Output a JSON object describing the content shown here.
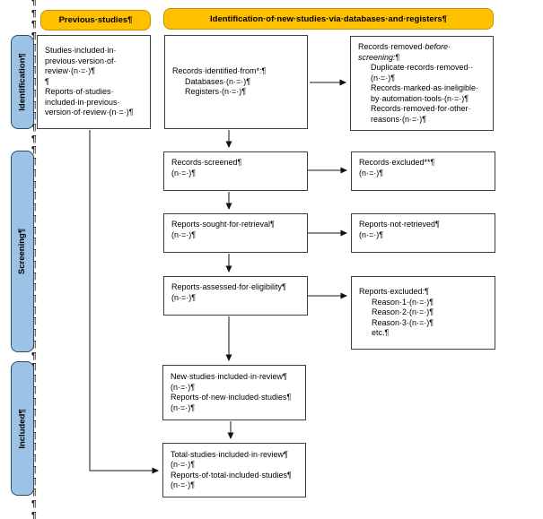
{
  "page": {
    "background": "#ffffff"
  },
  "colors": {
    "header_fill": "#FFC000",
    "header_border": "#C98F00",
    "stage_label_fill": "#9CC3E5",
    "stage_label_border": "#2E4A66",
    "box_border": "#3F3F3F",
    "arrow": "#474747",
    "text": "#000000"
  },
  "headers": {
    "previous": "Previous·studies¶",
    "main": "Identification·of·new·studies·via·databases·and·registers¶"
  },
  "side_labels": [
    {
      "id": "identification",
      "text": "Identification¶"
    },
    {
      "id": "screening",
      "text": "Screening¶"
    },
    {
      "id": "included",
      "text": "Included¶"
    }
  ],
  "margin": {
    "glyph": "¶",
    "count": 46
  },
  "boxes": {
    "previous_studies": {
      "lines": [
        {
          "segs": [
            {
              "t": "Studies·included·in·"
            }
          ]
        },
        {
          "segs": [
            {
              "t": "previous·version·of·"
            }
          ]
        },
        {
          "segs": [
            {
              "t": "review·(n·=·)¶"
            }
          ]
        },
        {
          "segs": [
            {
              "t": "¶"
            }
          ]
        },
        {
          "segs": [
            {
              "t": "Reports·of·studies·"
            }
          ]
        },
        {
          "segs": [
            {
              "t": "included·in·previous·"
            }
          ]
        },
        {
          "segs": [
            {
              "t": "version·of·review·(n·=·)¶"
            }
          ]
        }
      ]
    },
    "records_identified": {
      "lines": [
        {
          "segs": [
            {
              "t": "Records·identified·from*:¶"
            }
          ]
        },
        {
          "indent": 1,
          "segs": [
            {
              "t": "Databases·(n·=·)¶"
            }
          ]
        },
        {
          "indent": 1,
          "segs": [
            {
              "t": "Registers·(n·=·)¶"
            }
          ]
        }
      ]
    },
    "records_removed": {
      "lines": [
        {
          "segs": [
            {
              "t": "Records·removed·"
            },
            {
              "t": "before·",
              "i": true
            }
          ]
        },
        {
          "segs": [
            {
              "t": "screening:",
              "i": true
            },
            {
              "t": "¶"
            }
          ]
        },
        {
          "indent": 1,
          "segs": [
            {
              "t": "Duplicate·records·removed··"
            }
          ]
        },
        {
          "indent": 1,
          "segs": [
            {
              "t": "(n·=·)¶"
            }
          ]
        },
        {
          "indent": 1,
          "segs": [
            {
              "t": "Records·marked·as·ineligible·"
            }
          ]
        },
        {
          "indent": 1,
          "segs": [
            {
              "t": "by·automation·tools·(n·=·)¶"
            }
          ]
        },
        {
          "indent": 1,
          "segs": [
            {
              "t": "Records·removed·for·other·"
            }
          ]
        },
        {
          "indent": 1,
          "segs": [
            {
              "t": "reasons·(n·=·)¶"
            }
          ]
        }
      ]
    },
    "records_screened": {
      "lines": [
        {
          "segs": [
            {
              "t": "Records·screened¶"
            }
          ]
        },
        {
          "segs": [
            {
              "t": "(n·=·)¶"
            }
          ]
        }
      ]
    },
    "records_excluded": {
      "lines": [
        {
          "segs": [
            {
              "t": "Records·excluded**¶"
            }
          ]
        },
        {
          "segs": [
            {
              "t": "(n·=·)¶"
            }
          ]
        }
      ]
    },
    "reports_sought": {
      "lines": [
        {
          "segs": [
            {
              "t": "Reports·sought·for·retrieval¶"
            }
          ]
        },
        {
          "segs": [
            {
              "t": "(n·=·)¶"
            }
          ]
        }
      ]
    },
    "reports_not_retrieved": {
      "lines": [
        {
          "segs": [
            {
              "t": "Reports·not·retrieved¶"
            }
          ]
        },
        {
          "segs": [
            {
              "t": "(n·=·)¶"
            }
          ]
        }
      ]
    },
    "reports_assessed": {
      "lines": [
        {
          "segs": [
            {
              "t": "Reports·assessed·for·eligibility¶"
            }
          ]
        },
        {
          "segs": [
            {
              "t": "(n·=·)¶"
            }
          ]
        }
      ]
    },
    "reports_excluded": {
      "lines": [
        {
          "segs": [
            {
              "t": "Reports·excluded:¶"
            }
          ]
        },
        {
          "indent": 1,
          "segs": [
            {
              "t": "Reason·1·(n·=·)¶"
            }
          ]
        },
        {
          "indent": 1,
          "segs": [
            {
              "t": "Reason·2·(n·=·)¶"
            }
          ]
        },
        {
          "indent": 1,
          "segs": [
            {
              "t": "Reason·3·(n·=·)¶"
            }
          ]
        },
        {
          "indent": 1,
          "segs": [
            {
              "t": "etc.¶"
            }
          ]
        }
      ]
    },
    "new_studies": {
      "lines": [
        {
          "segs": [
            {
              "t": "New·studies·included·in·review¶"
            }
          ]
        },
        {
          "segs": [
            {
              "t": "(n·=·)¶"
            }
          ]
        },
        {
          "segs": [
            {
              "t": "Reports·of·new·included·studies¶"
            }
          ]
        },
        {
          "segs": [
            {
              "t": "(n·=·)¶"
            }
          ]
        }
      ]
    },
    "total_studies": {
      "lines": [
        {
          "segs": [
            {
              "t": "Total·studies·included·in·review¶"
            }
          ]
        },
        {
          "segs": [
            {
              "t": "(n·=·)¶"
            }
          ]
        },
        {
          "segs": [
            {
              "t": "Reports·of·total·included·studies¶"
            }
          ]
        },
        {
          "segs": [
            {
              "t": "(n·=·)¶"
            }
          ]
        }
      ]
    }
  }
}
